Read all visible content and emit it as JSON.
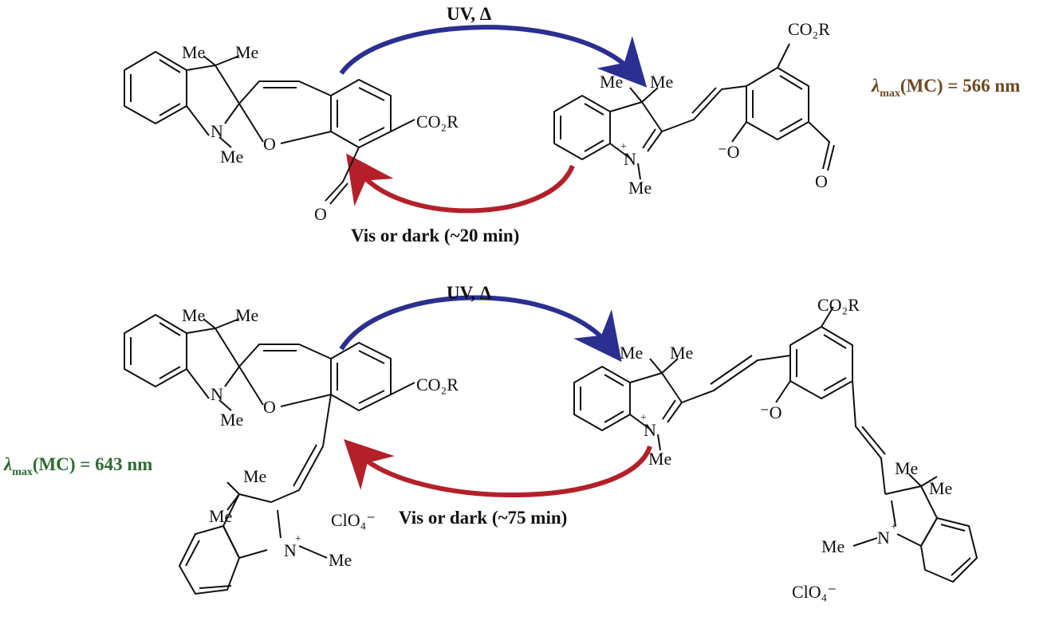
{
  "colors": {
    "uv_arrow": "#2b2f8f",
    "vis_arrow": "#b3202a",
    "lambda_top": "#6b4a22",
    "lambda_bottom": "#2f6b32"
  },
  "top": {
    "uv_label": "UV, Δ",
    "vis_label": "Vis or dark (~20 min)",
    "lambda": {
      "prefix": "λ",
      "sub": "max",
      "text": "(MC) = 566 nm"
    },
    "sp": {
      "me1": "Me",
      "me2": "Me",
      "n": "N",
      "n_me": "Me",
      "o": "O",
      "co2r": "CO₂R",
      "cho_o": "O"
    },
    "mc": {
      "me1": "Me",
      "me2": "Me",
      "n": "N",
      "plus": "+",
      "n_me": "Me",
      "o": "⁻O",
      "co2r": "CO₂R",
      "cho_o": "O"
    }
  },
  "bottom": {
    "uv_label": "UV, Δ",
    "vis_label": "Vis or dark (~75 min)",
    "lambda": {
      "prefix": "λ",
      "sub": "max",
      "text": "(MC) = 643 nm"
    },
    "sp": {
      "me1": "Me",
      "me2": "Me",
      "n": "N",
      "n_me": "Me",
      "o": "O",
      "co2r": "CO₂R",
      "ind_me1": "Me",
      "ind_me2": "Me",
      "ind_n": "N",
      "ind_plus": "+",
      "ind_n_me": "Me",
      "counterion": "ClO₄⁻"
    },
    "mc": {
      "me1": "Me",
      "me2": "Me",
      "n": "N",
      "plus": "+",
      "n_me": "Me",
      "o": "⁻O",
      "co2r": "CO₂R",
      "ind_me1": "Me",
      "ind_me2": "Me",
      "ind_n": "N",
      "ind_plus": "+",
      "ind_n_me": "Me",
      "counterion": "ClO₄⁻"
    }
  }
}
